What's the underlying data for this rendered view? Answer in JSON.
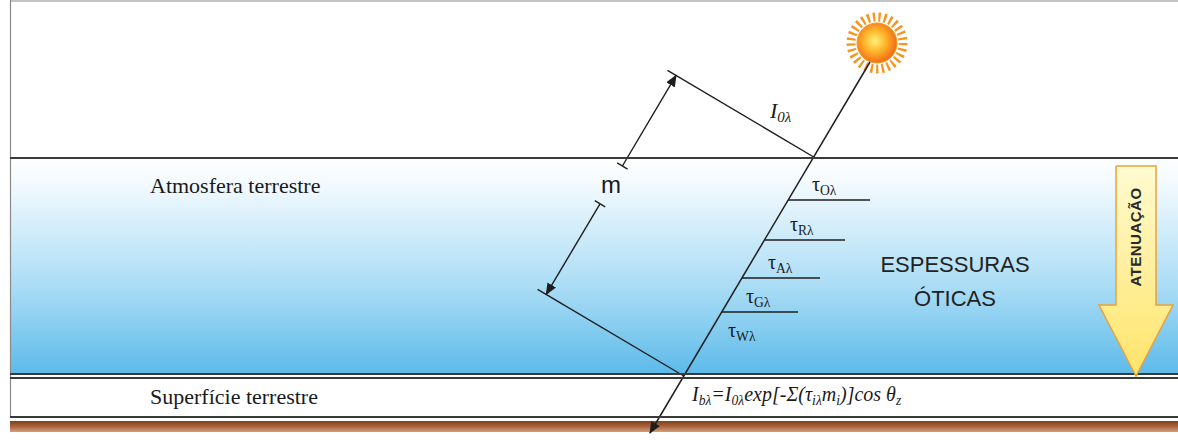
{
  "diagram": {
    "nodes": [
      {
        "text": [
          "Atmosfera terrestre"
        ]
      },
      {
        "text": [
          "ATENUAÇÃO"
        ],
        "in": 0
      },
      {
        "text": [
          "Superfície terrestre"
        ]
      }
    ],
    "labels": [
      "I0λ",
      "m",
      "τOλ",
      "τRλ",
      "τAλ",
      "τGλ",
      "τWλ",
      "ESPESSURAS ÓTICAS",
      "Ibλ=I0λexp[-Σ(τiλmi)]cos θz"
    ]
  }
}
